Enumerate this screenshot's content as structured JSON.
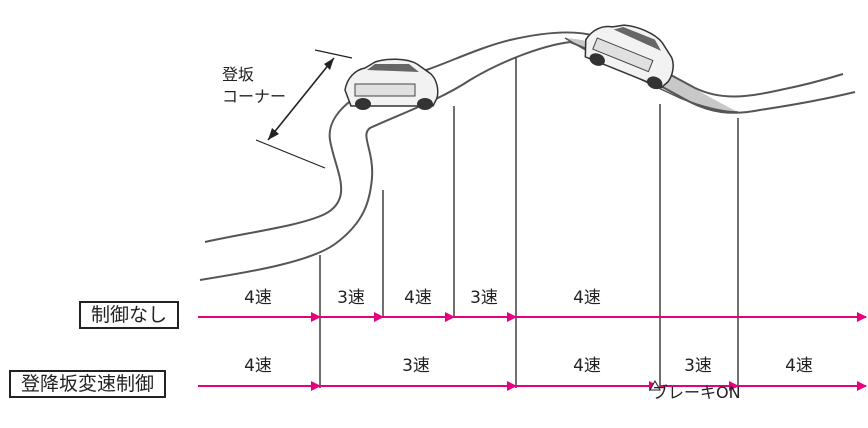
{
  "corner_label": [
    "登坂",
    "コーナー"
  ],
  "rows": [
    {
      "label": "制御なし",
      "segments": [
        "4速",
        "3速",
        "4速",
        "3速",
        "4速"
      ]
    },
    {
      "label": "登降坂変速制御",
      "segments": [
        "4速",
        "3速",
        "4速",
        "3速",
        "4速"
      ]
    }
  ],
  "brake_label": "ブレーキON",
  "colors": {
    "arrow": "#e6007e",
    "road": "#555555",
    "road_fill": "#c8c8c8"
  },
  "icons": [
    "car-icon",
    "car-icon",
    "brake-marker-icon"
  ]
}
